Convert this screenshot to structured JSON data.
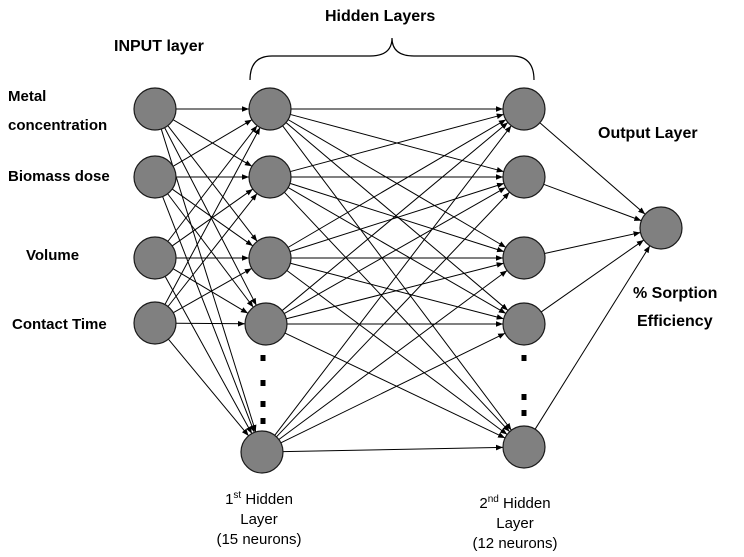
{
  "titles": {
    "hidden_layers": "Hidden Layers",
    "input_layer": "INPUT layer",
    "output_layer": "Output Layer"
  },
  "inputs": [
    {
      "line1": "Metal",
      "line2": "concentration"
    },
    {
      "line1": "Biomass dose"
    },
    {
      "line1": "Volume"
    },
    {
      "line1": "Contact Time"
    }
  ],
  "output_label": {
    "line1": "% Sorption",
    "line2": "Efficiency"
  },
  "hidden1_caption": {
    "num": "1",
    "sup": "st",
    "rest": " Hidden",
    "line2": "Layer",
    "line3": "(15 neurons)"
  },
  "hidden2_caption": {
    "num": "2",
    "sup": "nd",
    "rest": " Hidden",
    "line2": "Layer",
    "line3": "(12 neurons)"
  },
  "colors": {
    "node_fill": "#808080",
    "node_stroke": "#1a1a1a",
    "edge": "#000000"
  }
}
